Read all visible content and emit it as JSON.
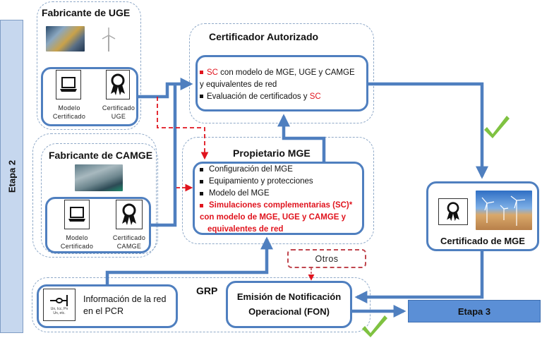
{
  "stages": {
    "etapa2": "Etapa 2",
    "etapa3": "Etapa 3"
  },
  "fabricante_uge": {
    "title": "Fabricante de UGE",
    "modelo_caption_line1": "Modelo",
    "modelo_caption_line2": "Certificado",
    "cert_caption_line1": "Certificado",
    "cert_caption_line2": "UGE",
    "images": [
      "turbine-photo",
      "wind-turbine-icon"
    ]
  },
  "fabricante_camge": {
    "title": "Fabricante de CAMGE",
    "modelo_caption_line1": "Modelo",
    "modelo_caption_line2": "Certificado",
    "cert_caption_line1": "Certificado",
    "cert_caption_line2": "CAMGE",
    "images": [
      "substation-photo"
    ]
  },
  "certificador": {
    "title": "Certificador Autorizado",
    "item1_sc": "SC",
    "item1_rest": " con modelo de MGE, UGE y CAMGE",
    "item1_line2": "y equivalentes de red",
    "item2_text": "Evaluación de certificados y ",
    "item2_sc": "SC"
  },
  "propietario": {
    "title": "Propietario MGE",
    "items": [
      "Configuración del MGE",
      "Equipamiento y protecciones",
      "Modelo del MGE",
      "Simulaciones complementarias (SC)*"
    ],
    "red_cont_line1": "con modelo de MGE, UGE y CAMGE y",
    "red_cont_line2": "equivalentes de red"
  },
  "grp": {
    "title": "GRP",
    "info_line1": "Información de la red",
    "info_line2": "en el PCR",
    "icon_text_line1": "Un, Icc, Pn",
    "icon_text_line2": "Un, etc.",
    "fon_line1": "Emisión de Notificación",
    "fon_line2": "Operacional (FON)"
  },
  "otros": "Otros",
  "certificado_mge": {
    "title": "Certificado de MGE",
    "image": "wind-farm-photo"
  },
  "colors": {
    "flow_blue": "#4f7fbf",
    "dashed_red": "#e0141e",
    "check_green": "#7fc241",
    "stage_light": "#c6d7ee",
    "stage_dark": "#5b8fd6"
  }
}
